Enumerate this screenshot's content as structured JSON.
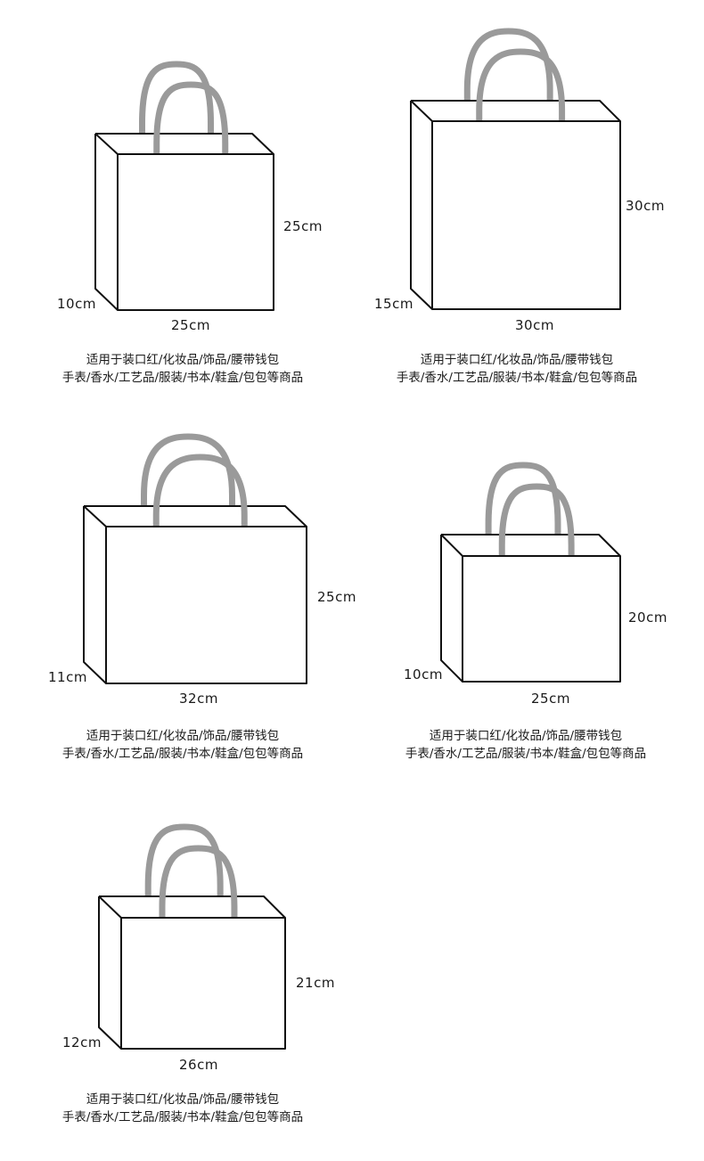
{
  "colors": {
    "handle": "#9a9a9a",
    "outline": "#111111",
    "text": "#1a1a1a"
  },
  "bags": [
    {
      "width_label": "25cm",
      "height_label": "25cm",
      "depth_label": "10cm",
      "caption_line1": "适用于装口红/化妆品/饰品/腰带钱包",
      "caption_line2": "手表/香水/工艺品/服装/书本/鞋盒/包包等商品"
    },
    {
      "width_label": "30cm",
      "height_label": "30cm",
      "depth_label": "15cm",
      "caption_line1": "适用于装口红/化妆品/饰品/腰带钱包",
      "caption_line2": "手表/香水/工艺品/服装/书本/鞋盒/包包等商品"
    },
    {
      "width_label": "32cm",
      "height_label": "25cm",
      "depth_label": "11cm",
      "caption_line1": "适用于装口红/化妆品/饰品/腰带钱包",
      "caption_line2": "手表/香水/工艺品/服装/书本/鞋盒/包包等商品"
    },
    {
      "width_label": "25cm",
      "height_label": "20cm",
      "depth_label": "10cm",
      "caption_line1": "适用于装口红/化妆品/饰品/腰带钱包",
      "caption_line2": "手表/香水/工艺品/服装/书本/鞋盒/包包等商品"
    },
    {
      "width_label": "26cm",
      "height_label": "21cm",
      "depth_label": "12cm",
      "caption_line1": "适用于装口红/化妆品/饰品/腰带钱包",
      "caption_line2": "手表/香水/工艺品/服装/书本/鞋盒/包包等商品"
    }
  ]
}
